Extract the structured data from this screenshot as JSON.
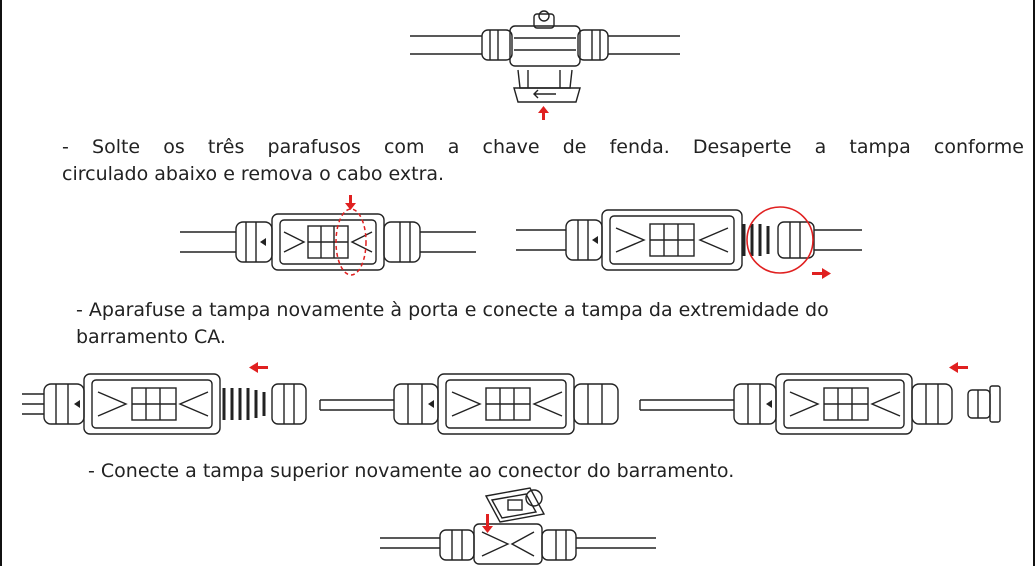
{
  "instructions": {
    "step_remove_screws_line1": "- Solte os três parafusos com a chave de fenda. Desaperte a tampa conforme",
    "step_remove_screws_line2": "circulado abaixo e remova o cabo extra.",
    "step_screw_cap_line1": "- Aparafuse a tampa novamente à porta e conecte a tampa da extremidade do",
    "step_screw_cap_line2": "barramento CA.",
    "step_reconnect_top_cover": "- Conecte a tampa superior novamente ao conector do barramento."
  },
  "colors": {
    "line_art": "#222222",
    "annotation_red": "#e02020",
    "frame": "#111111"
  }
}
